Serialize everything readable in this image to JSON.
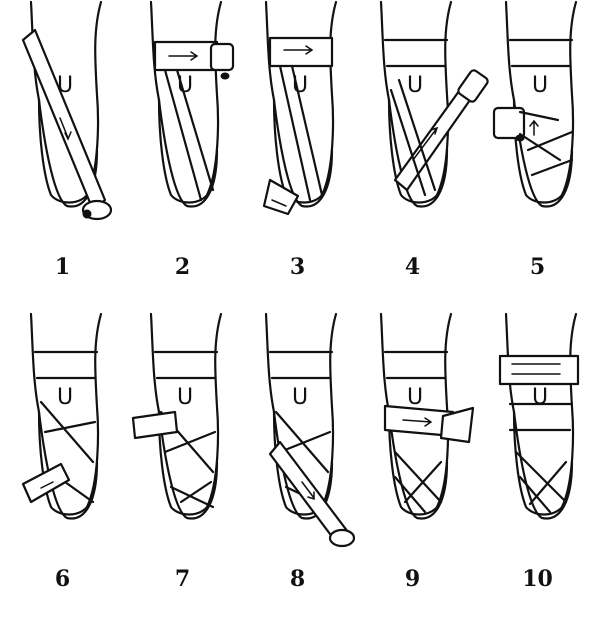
{
  "diagram": {
    "steps": [
      {
        "label": "1"
      },
      {
        "label": "2"
      },
      {
        "label": "3"
      },
      {
        "label": "4"
      },
      {
        "label": "5"
      },
      {
        "label": "6"
      },
      {
        "label": "7"
      },
      {
        "label": "8"
      },
      {
        "label": "9"
      },
      {
        "label": "10"
      }
    ],
    "leg_mark": "U"
  }
}
